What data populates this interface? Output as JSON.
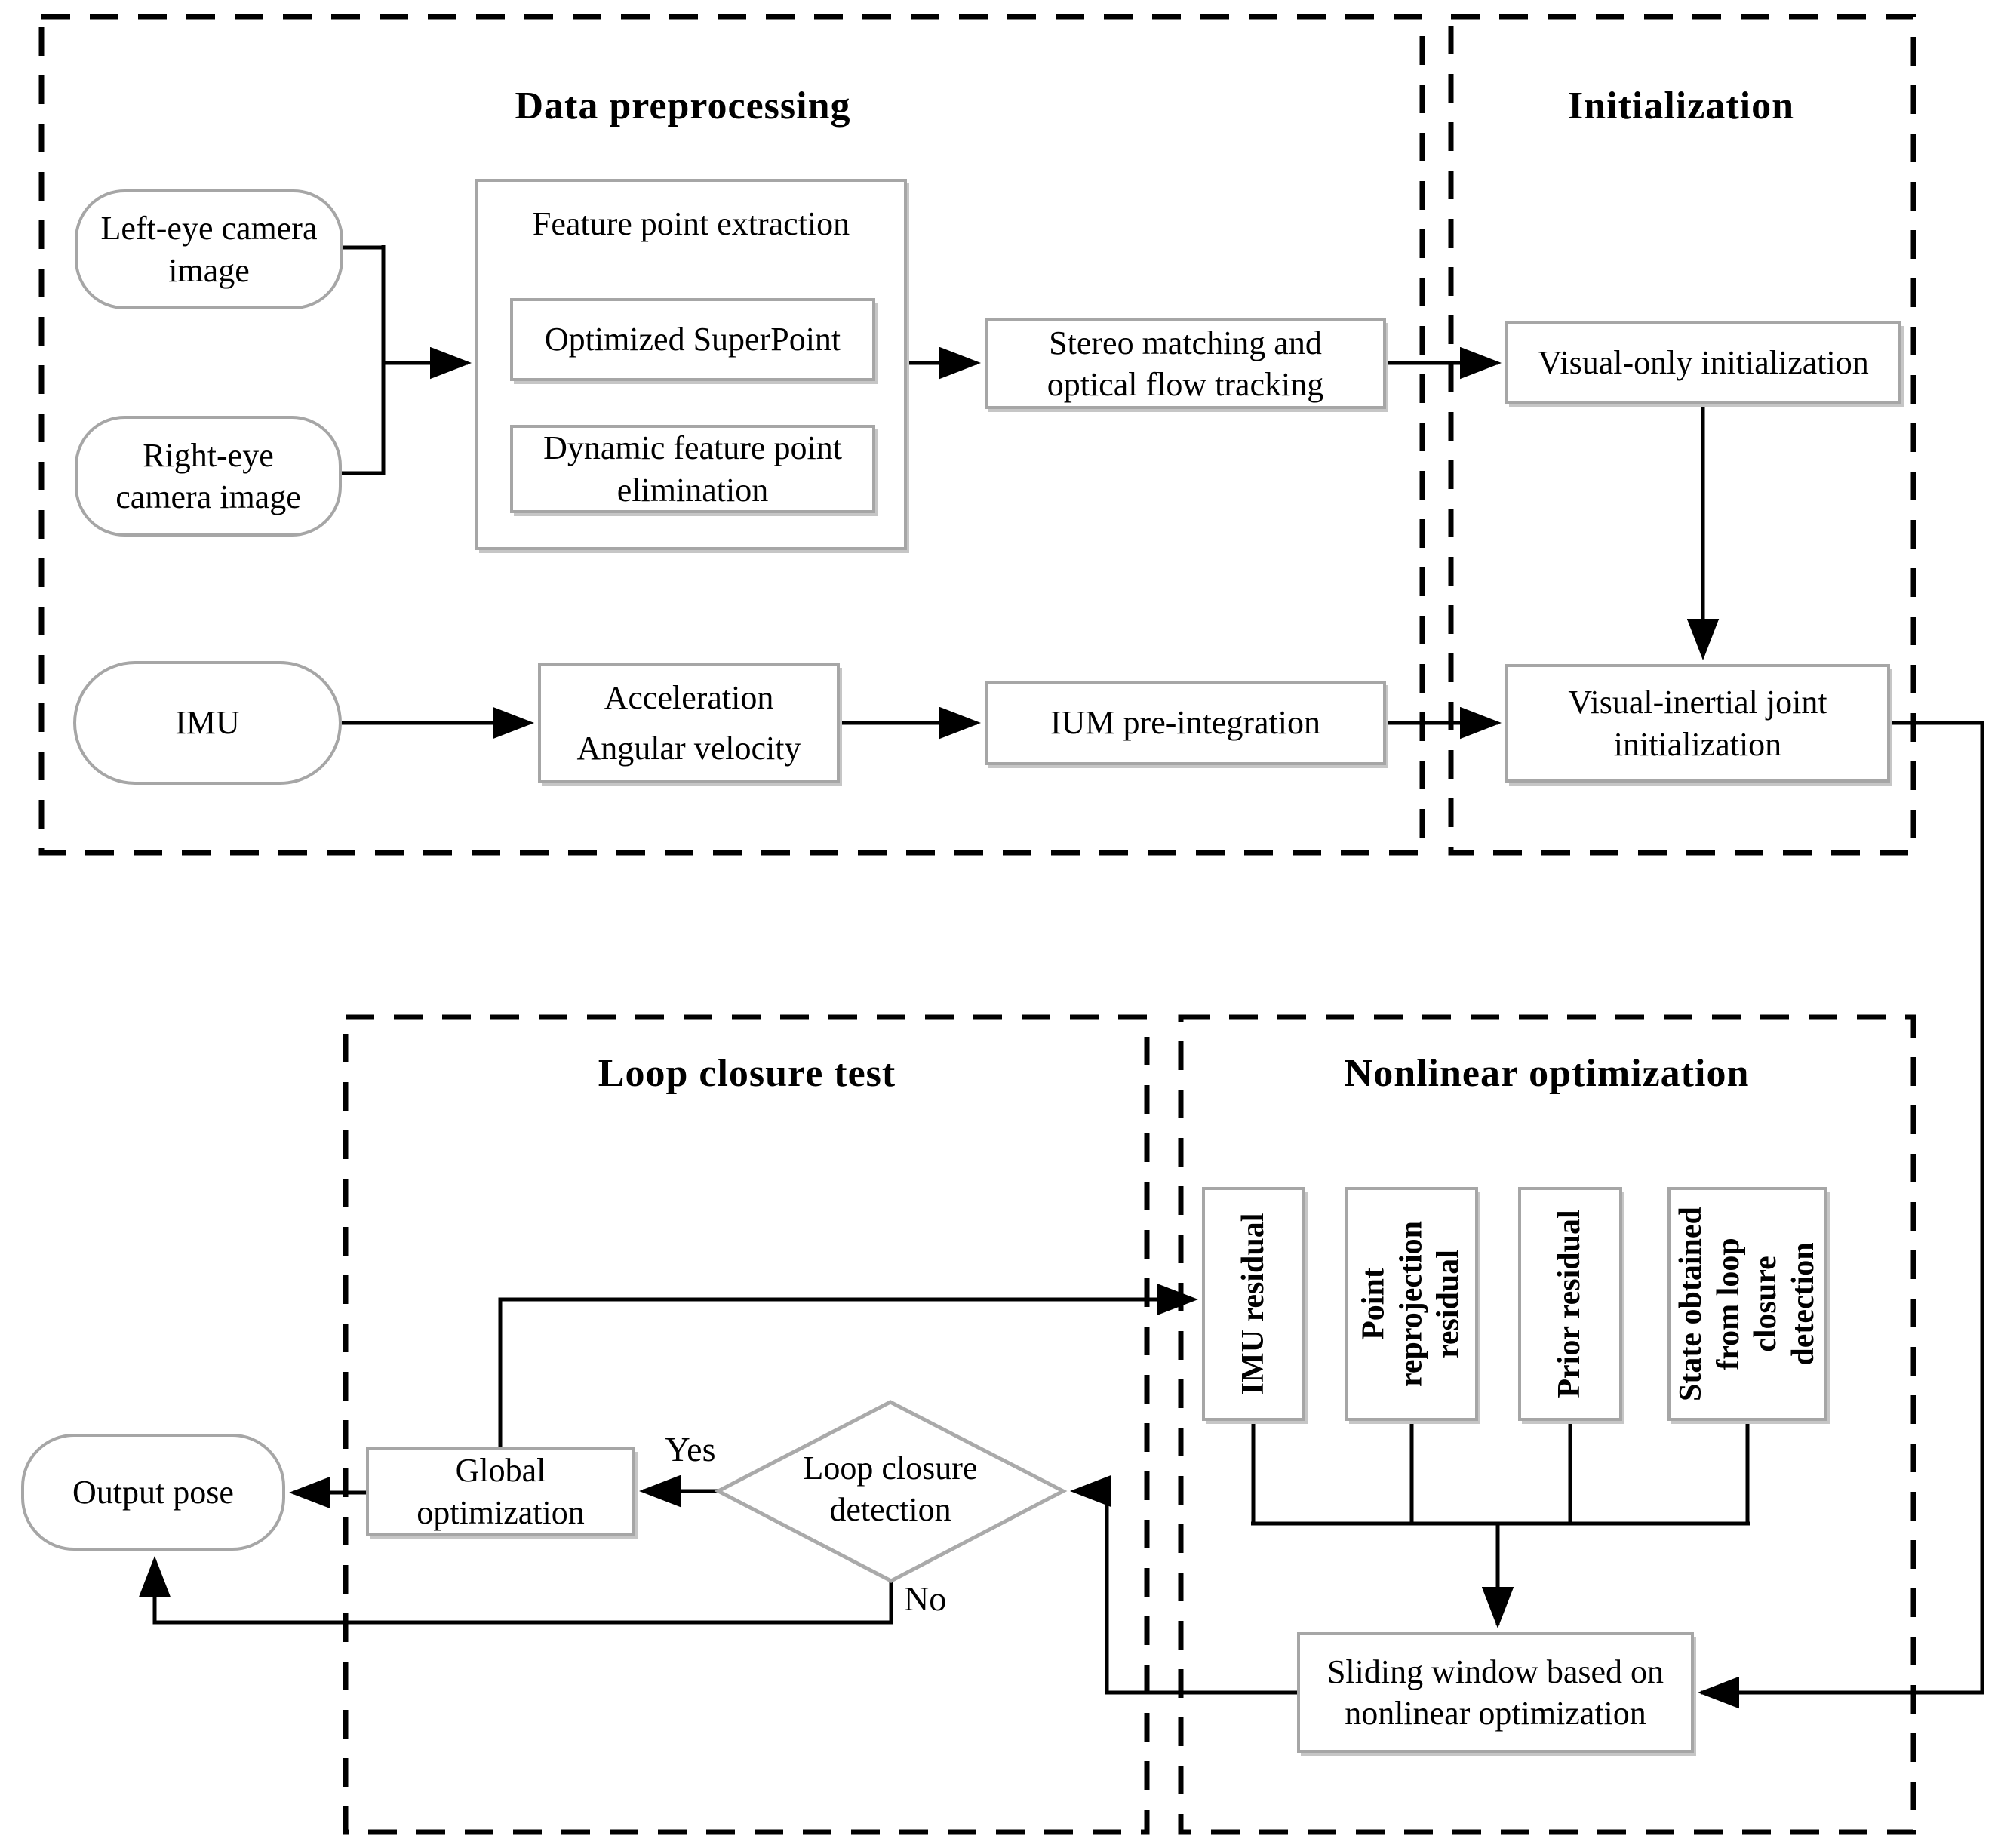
{
  "diagram": {
    "groups": {
      "data_preprocessing": "Data preprocessing",
      "initialization": "Initialization",
      "loop_closure_test": "Loop closure test",
      "nonlinear_optimization": "Nonlinear optimization"
    },
    "nodes": {
      "left_eye": {
        "lines": [
          "Left-eye camera",
          "image"
        ]
      },
      "right_eye": {
        "lines": [
          "Right-eye",
          "camera image"
        ]
      },
      "feature_extraction": {
        "label": "Feature point extraction"
      },
      "optimized_superpoint": {
        "label": "Optimized SuperPoint"
      },
      "dynamic_elimination": {
        "lines": [
          "Dynamic feature point",
          "elimination"
        ]
      },
      "stereo_matching": {
        "lines": [
          "Stereo matching and",
          "optical flow tracking"
        ]
      },
      "imu": {
        "label": "IMU"
      },
      "imu_measurements": {
        "lines": [
          "Acceleration",
          "Angular velocity"
        ]
      },
      "ium_preintegration": {
        "label": "IUM pre-integration"
      },
      "visual_only_init": {
        "label": "Visual-only initialization"
      },
      "visual_inertial_init": {
        "lines": [
          "Visual-inertial joint",
          "initialization"
        ]
      },
      "imu_residual": {
        "label": "IMU residual"
      },
      "point_reprojection_residual": {
        "label": "Point reprojection residual"
      },
      "prior_residual": {
        "label": "Prior residual"
      },
      "state_loop_closure": {
        "label": "State obtained from loop closure detection"
      },
      "sliding_window": {
        "lines": [
          "Sliding window based on",
          "nonlinear optimization"
        ]
      },
      "loop_closure_detection": {
        "lines": [
          "Loop closure",
          "detection"
        ]
      },
      "global_optimization": {
        "lines": [
          "Global",
          "optimization"
        ]
      },
      "output_pose": {
        "label": "Output pose"
      }
    },
    "edge_labels": {
      "yes": "Yes",
      "no": "No"
    },
    "colors": {
      "line": "#000000",
      "node_border": "#a6a6a6",
      "background": "#ffffff",
      "text": "#000000"
    }
  }
}
